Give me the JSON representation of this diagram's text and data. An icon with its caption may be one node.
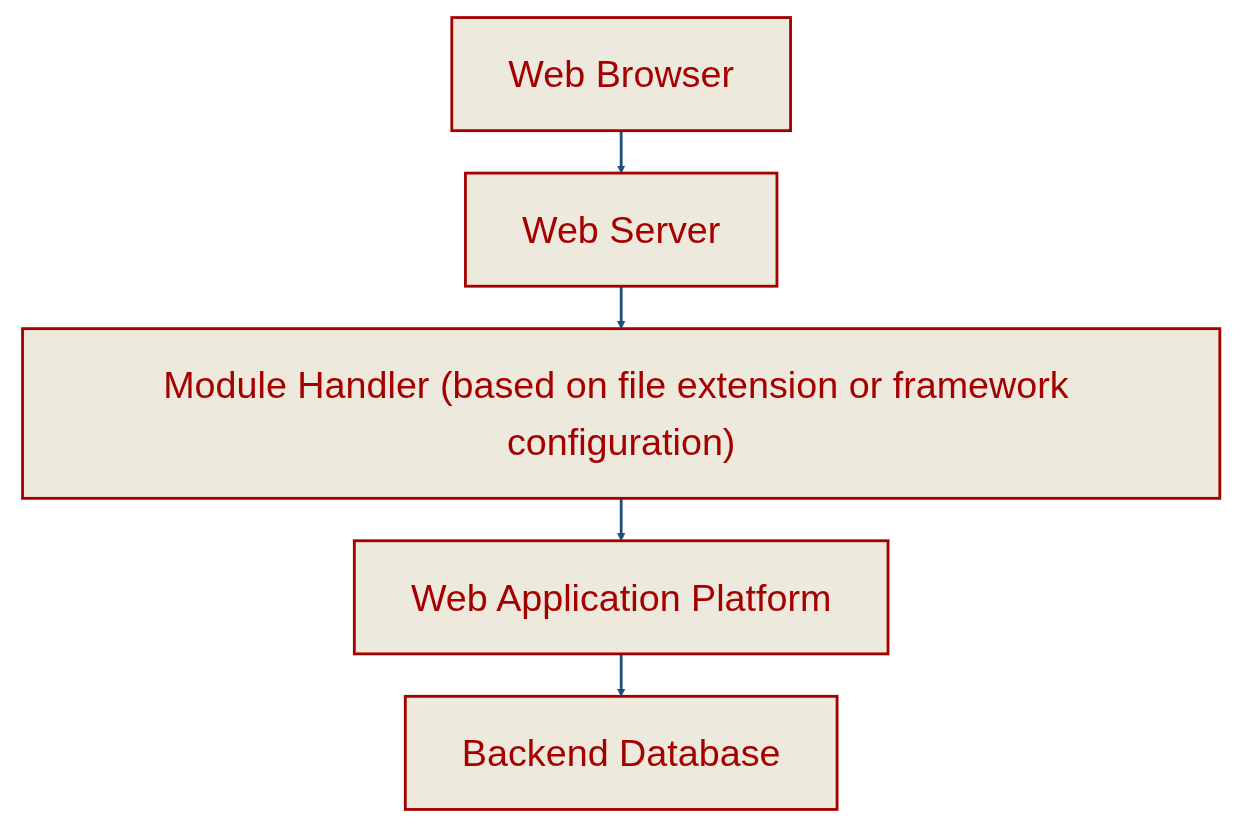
{
  "diagram": {
    "nodes": [
      {
        "text": [
          "Web Browser"
        ]
      },
      {
        "text": [
          "Web Server"
        ]
      },
      {
        "text": [
          "Module Handler (based on file extension or framework configuration)"
        ]
      },
      {
        "text": [
          "Web Application Platform"
        ]
      },
      {
        "text": [
          "Backend Database"
        ]
      }
    ],
    "edges": [
      {
        "from": 0,
        "to": 1,
        "arrow": "to"
      },
      {
        "from": 1,
        "to": 2,
        "arrow": "to"
      },
      {
        "from": 2,
        "to": 3,
        "arrow": "to"
      },
      {
        "from": 3,
        "to": 4,
        "arrow": "to"
      }
    ]
  }
}
